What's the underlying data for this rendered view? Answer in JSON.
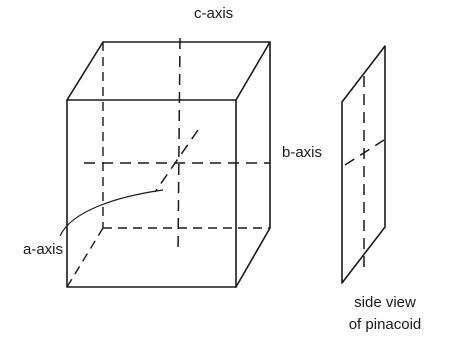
{
  "labels": {
    "c_axis": "c-axis",
    "b_axis": "b-axis",
    "a_axis": "a-axis"
  },
  "caption": {
    "line1": "side view",
    "line2": "of pinacoid"
  }
}
